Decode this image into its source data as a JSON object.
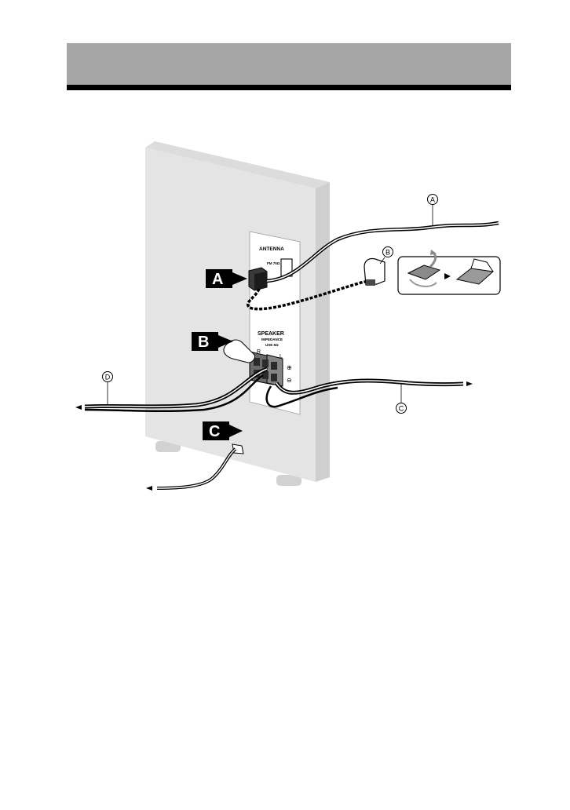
{
  "panel": {
    "antenna_label": "ANTENNA",
    "fm_label": "FM 75Ω",
    "speaker_label": "SPEAKER",
    "impedance_label": "IMPEDANCE",
    "impedance_value": "USE 6Ω",
    "right_label": "R",
    "left_label": "L",
    "plus_symbol": "⊕",
    "minus_symbol": "⊖"
  },
  "callouts": {
    "a": "A",
    "b": "B",
    "c": "C"
  },
  "circle_labels": {
    "a": "A",
    "b": "B",
    "c": "C",
    "d": "D"
  },
  "colors": {
    "header_band": "#a6a6a6",
    "header_rule": "#000000",
    "unit_face": "#e4e4e4",
    "unit_side": "#cfcfcf",
    "callout_box": "#000000"
  },
  "icons": [
    "speaker-unit",
    "fm-antenna-connector",
    "am-loop-antenna",
    "speaker-terminal",
    "power-cord"
  ]
}
